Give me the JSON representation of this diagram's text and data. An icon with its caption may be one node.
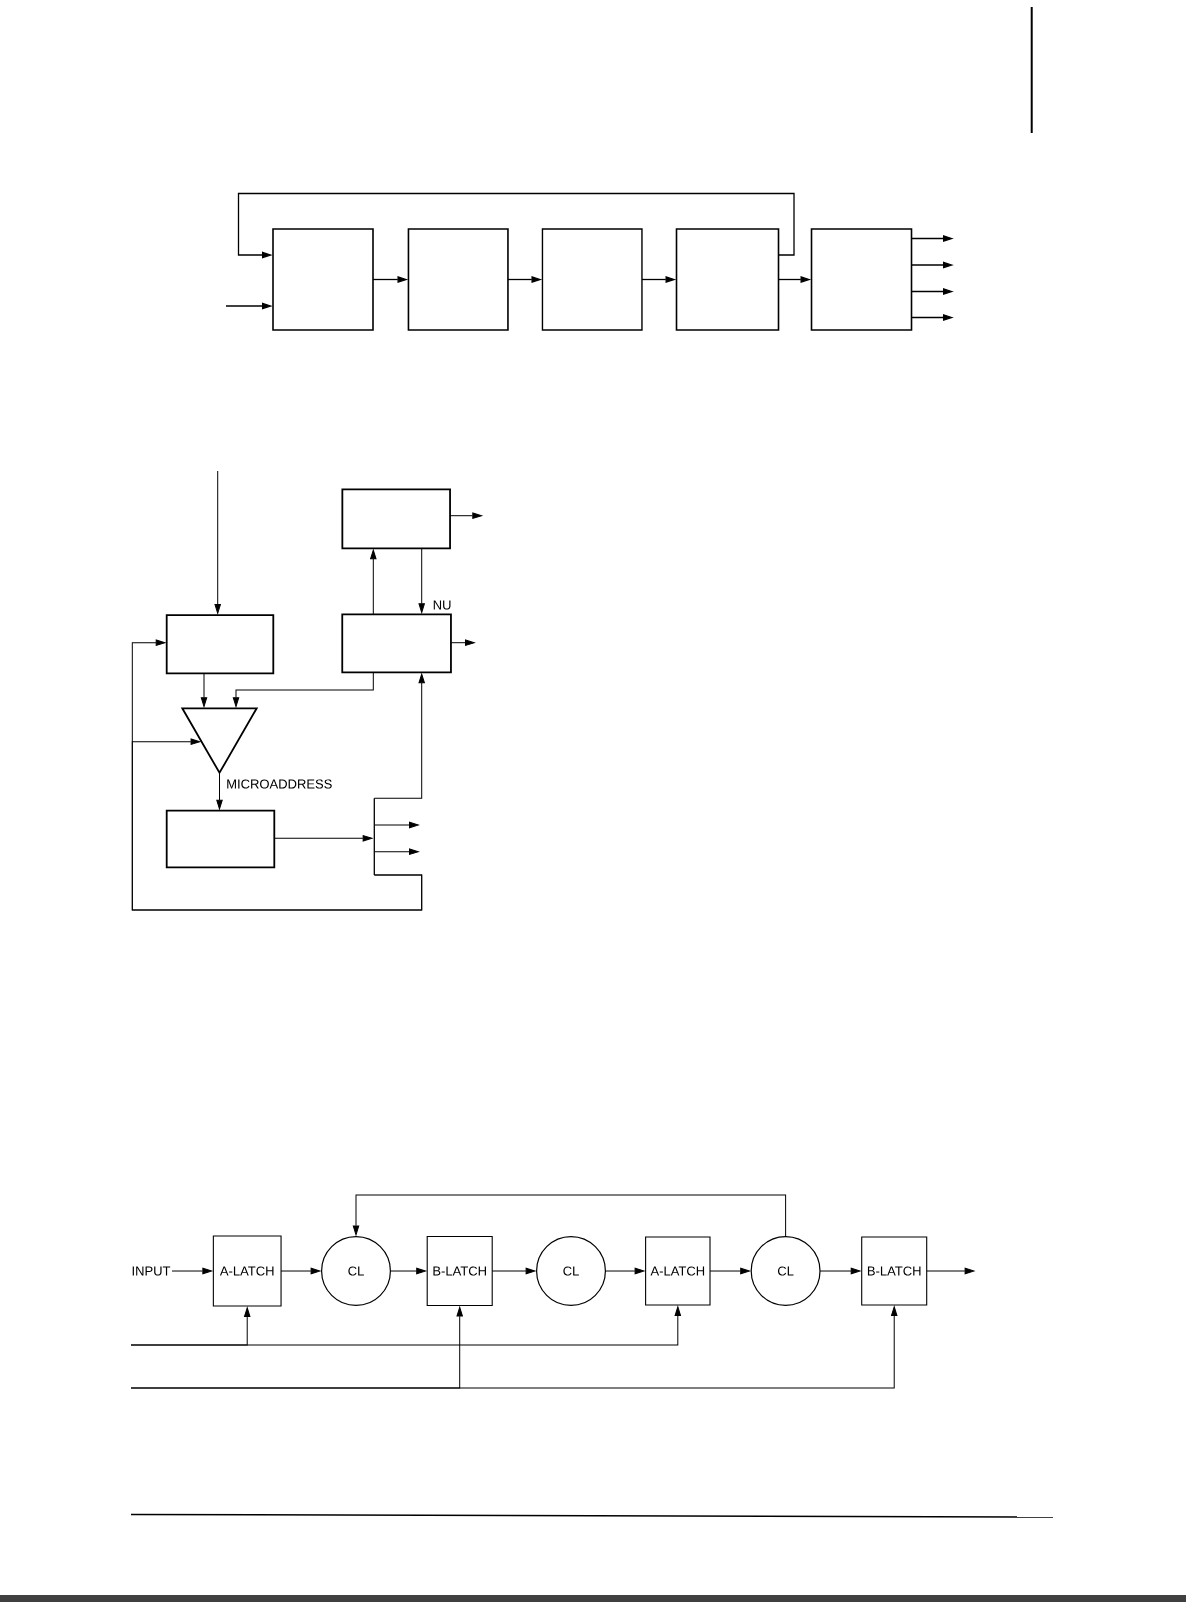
{
  "diagram": {
    "nodes": [
      {
        "text": [],
        "shape": "box"
      },
      {
        "text": [],
        "shape": "box"
      },
      {
        "text": [],
        "shape": "box"
      },
      {
        "text": [],
        "shape": "box"
      },
      {
        "text": [],
        "shape": "box"
      },
      {
        "text": [],
        "shape": "box"
      },
      {
        "text": [],
        "shape": "box"
      },
      {
        "text": [],
        "shape": "box"
      },
      {
        "text": [],
        "shape": "triangle"
      },
      {
        "text": [],
        "shape": "box"
      },
      {
        "text": [],
        "shape": "bar"
      },
      {
        "text": [
          "INPUT"
        ]
      },
      {
        "text": [
          "A-LATCH"
        ]
      },
      {
        "text": [
          "CL"
        ]
      },
      {
        "text": [
          "B-LATCH"
        ]
      },
      {
        "text": [
          "CL"
        ]
      },
      {
        "text": [
          "A-LATCH"
        ]
      },
      {
        "text": [
          "CL"
        ]
      },
      {
        "text": [
          "B-LATCH"
        ]
      }
    ],
    "edges": [
      {
        "from": null,
        "to": 0,
        "arrow": "to"
      },
      {
        "from": 3,
        "to": 0,
        "arrow": "to"
      },
      {
        "from": 0,
        "to": 1,
        "arrow": "to"
      },
      {
        "from": 1,
        "to": 2,
        "arrow": "to"
      },
      {
        "from": 2,
        "to": 3,
        "arrow": "to"
      },
      {
        "from": 3,
        "to": 4,
        "arrow": "to"
      },
      {
        "from": 4,
        "to": null,
        "arrow": "to"
      },
      {
        "from": 4,
        "to": null,
        "arrow": "to"
      },
      {
        "from": 4,
        "to": null,
        "arrow": "to"
      },
      {
        "from": 4,
        "to": null,
        "arrow": "to"
      },
      {
        "from": null,
        "to": 6,
        "arrow": "to"
      },
      {
        "from": 5,
        "to": null,
        "arrow": "to"
      },
      {
        "from": 7,
        "to": 5,
        "arrow": "to"
      },
      {
        "from": 5,
        "to": 7,
        "arrow": "to",
        "label": "NU"
      },
      {
        "from": 7,
        "to": null,
        "arrow": "to"
      },
      {
        "from": 6,
        "to": 8,
        "arrow": "to"
      },
      {
        "from": 7,
        "to": 8,
        "arrow": "to"
      },
      {
        "from": 8,
        "to": 9,
        "arrow": "to",
        "label": "MICROADDRESS"
      },
      {
        "from": 9,
        "to": 10,
        "arrow": "to"
      },
      {
        "from": 10,
        "to": 7,
        "arrow": "to"
      },
      {
        "from": 10,
        "to": null,
        "arrow": "to"
      },
      {
        "from": 10,
        "to": null,
        "arrow": "to"
      },
      {
        "from": 10,
        "to": 6,
        "arrow": "to"
      },
      {
        "from": 10,
        "to": 8,
        "arrow": "to"
      },
      {
        "from": 11,
        "to": 12,
        "arrow": "to"
      },
      {
        "from": 12,
        "to": 13,
        "arrow": "to"
      },
      {
        "from": 13,
        "to": 14,
        "arrow": "to"
      },
      {
        "from": 14,
        "to": 15,
        "arrow": "to"
      },
      {
        "from": 15,
        "to": 16,
        "arrow": "to"
      },
      {
        "from": 16,
        "to": 17,
        "arrow": "to"
      },
      {
        "from": 17,
        "to": 18,
        "arrow": "to"
      },
      {
        "from": 18,
        "to": null,
        "arrow": "to"
      },
      {
        "from": 17,
        "to": 13,
        "arrow": "to"
      },
      {
        "from": null,
        "to": 12,
        "arrow": "to"
      },
      {
        "from": null,
        "to": 16,
        "arrow": "to"
      },
      {
        "from": null,
        "to": 14,
        "arrow": "to"
      },
      {
        "from": null,
        "to": 18,
        "arrow": "to"
      }
    ]
  }
}
